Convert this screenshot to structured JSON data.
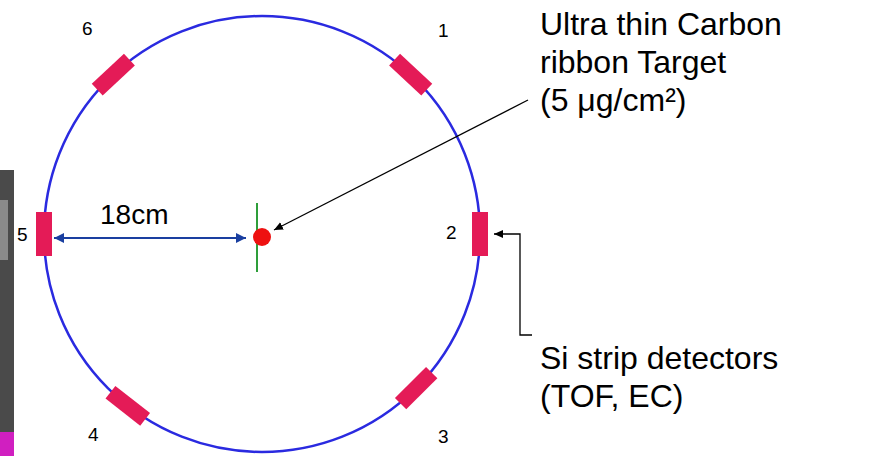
{
  "diagram": {
    "labels": [
      "6",
      "1",
      "18cm",
      "Ultra thin Carbon ribbon Target (5 μg/cm²)",
      "5",
      "2",
      "Si strip detectors (TOF, EC)",
      "4",
      "3"
    ]
  }
}
